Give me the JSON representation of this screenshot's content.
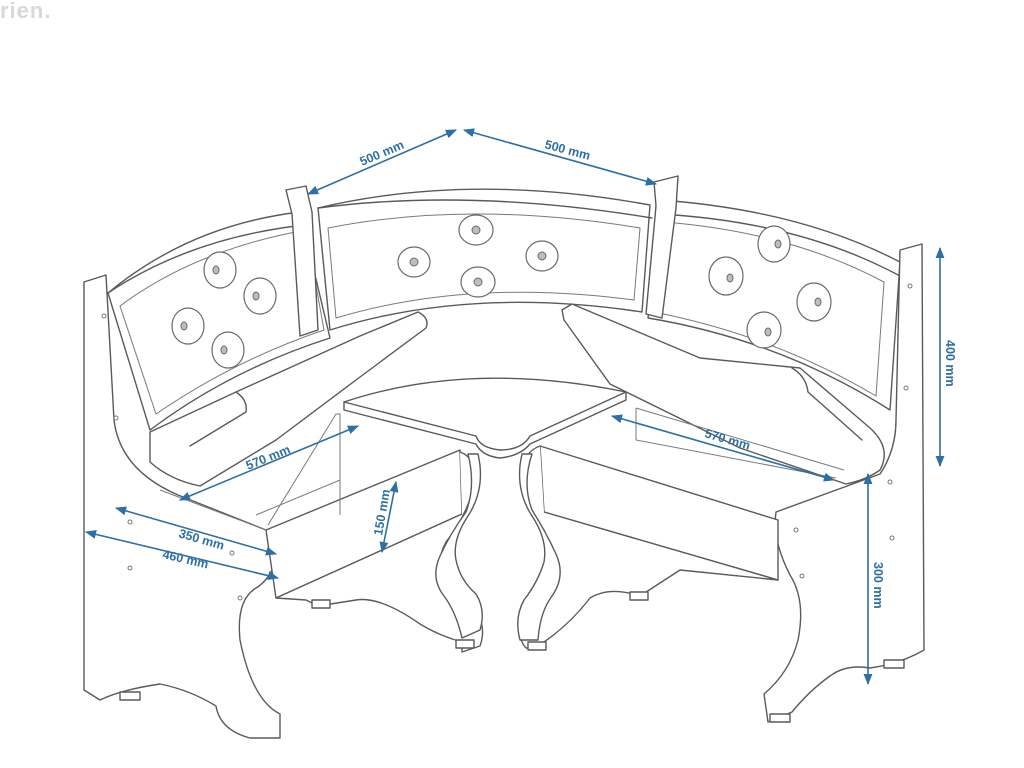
{
  "watermark": "rien.",
  "dimensions": {
    "back_left": "500 mm",
    "back_right": "500 mm",
    "height_back": "400 mm",
    "seat_length_left": "570 mm",
    "seat_length_right": "570 mm",
    "seat_depth_inner": "350 mm",
    "seat_depth_outer": "460 mm",
    "drawer_height": "150 mm",
    "seat_height": "300 mm"
  },
  "colors": {
    "dimension_lines": "#2f6fa1",
    "outline": "#5a5a5a"
  }
}
